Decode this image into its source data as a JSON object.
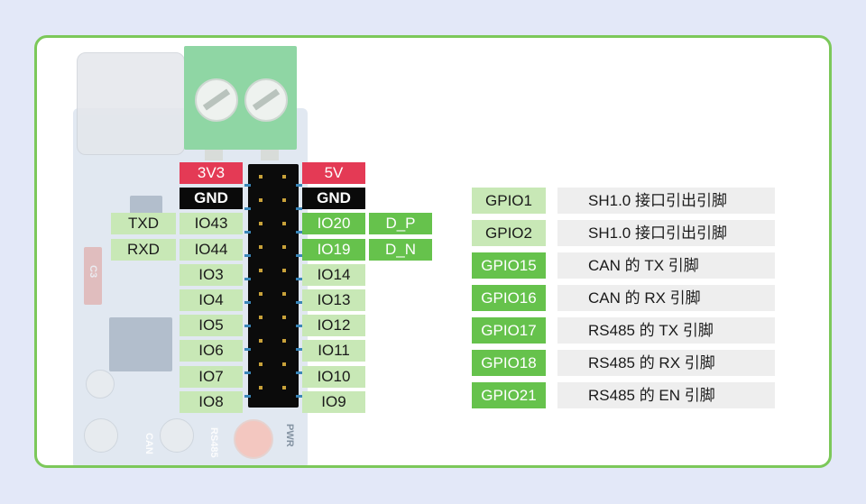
{
  "left_pins": [
    {
      "pin": "3V3",
      "style": "red"
    },
    {
      "pin": "GND",
      "style": "black"
    },
    {
      "pin": "IO43",
      "func": "TXD",
      "style": "light"
    },
    {
      "pin": "IO44",
      "func": "RXD",
      "style": "light"
    },
    {
      "pin": "IO3",
      "style": "light"
    },
    {
      "pin": "IO4",
      "style": "light"
    },
    {
      "pin": "IO5",
      "style": "light"
    },
    {
      "pin": "IO6",
      "style": "light"
    },
    {
      "pin": "IO7",
      "style": "light"
    },
    {
      "pin": "IO8",
      "style": "light"
    }
  ],
  "right_pins": [
    {
      "pin": "5V",
      "style": "red"
    },
    {
      "pin": "GND",
      "style": "black"
    },
    {
      "pin": "IO20",
      "func": "D_P",
      "style": "green"
    },
    {
      "pin": "IO19",
      "func": "D_N",
      "style": "green"
    },
    {
      "pin": "IO14",
      "style": "light"
    },
    {
      "pin": "IO13",
      "style": "light"
    },
    {
      "pin": "IO12",
      "style": "light"
    },
    {
      "pin": "IO11",
      "style": "light"
    },
    {
      "pin": "IO10",
      "style": "light"
    },
    {
      "pin": "IO9",
      "style": "light"
    }
  ],
  "gpio_table": [
    {
      "gpio": "GPIO1",
      "desc": "SH1.0 接口引出引脚",
      "style": "light"
    },
    {
      "gpio": "GPIO2",
      "desc": "SH1.0 接口引出引脚",
      "style": "light"
    },
    {
      "gpio": "GPIO15",
      "desc": "CAN 的 TX 引脚",
      "style": "green"
    },
    {
      "gpio": "GPIO16",
      "desc": "CAN 的 RX 引脚",
      "style": "green"
    },
    {
      "gpio": "GPIO17",
      "desc": "RS485 的 TX 引脚",
      "style": "green"
    },
    {
      "gpio": "GPIO18",
      "desc": "RS485 的 RX 引脚",
      "style": "green"
    },
    {
      "gpio": "GPIO21",
      "desc": "RS485 的 EN 引脚",
      "style": "green"
    }
  ],
  "board_silkscreen": {
    "c3": "C3",
    "can": "CAN",
    "rs485": "RS485",
    "pwr": "PWR"
  },
  "colors": {
    "frame": "#7cc85a",
    "red": "#e43a55",
    "black": "#0a0a0a",
    "green": "#66c24c",
    "light_green": "#c8e8b6",
    "background": "#e3e8f8"
  }
}
